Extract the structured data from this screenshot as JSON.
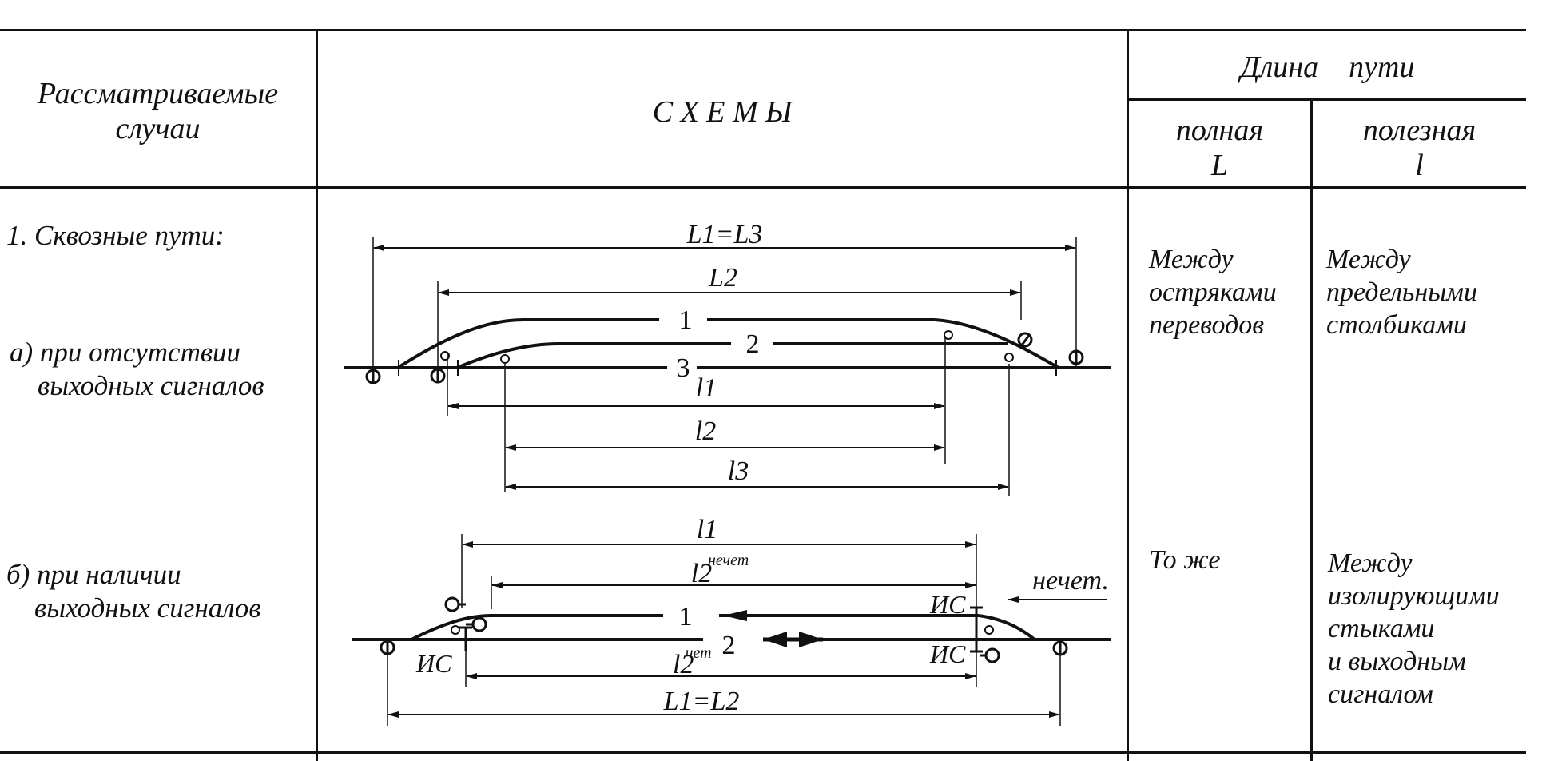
{
  "header": {
    "cases": "Рассматриваемые\nслучаи",
    "schemes": "С Х Е М Ы",
    "length_group": "Длина    пути",
    "full": "полная\nL",
    "useful": "полезная\nl"
  },
  "rows": {
    "row1_title": "1. Сквозные пути:",
    "case_a": "а) при отсутствии\n    выходных сигналов",
    "case_b": "б) при наличии\n    выходных сигналов",
    "a_full": "Между\nостряками\nпереводов",
    "a_useful": "Между\nпредельными\nстолбиками",
    "b_full": "То же",
    "b_useful": "Между\nизолирующими\nстыками\nи выходным\nсигналом"
  },
  "scheme_a": {
    "L1L3": "L1=L3",
    "L2": "L2",
    "track1": "1",
    "track2": "2",
    "track3": "3",
    "l1": "l1",
    "l2": "l2",
    "l3": "l3"
  },
  "scheme_b": {
    "l1": "l1",
    "l2_odd_base": "l2",
    "l2_odd_sup": "нечет",
    "odd_dir": "нечет.",
    "IS_top": "ИС",
    "IS_left": "ИС",
    "IS_right": "ИС",
    "track1": "1",
    "track2": "2",
    "l2_even_base": "l2",
    "l2_even_sup": "чет",
    "L1L2": "L1=L2"
  }
}
